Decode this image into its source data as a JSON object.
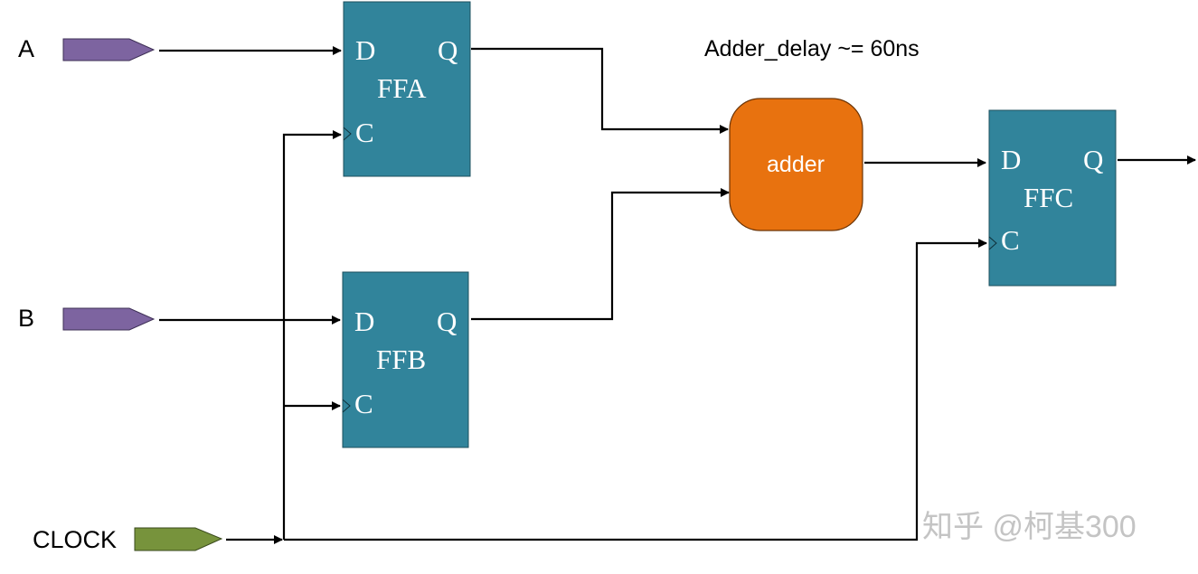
{
  "diagram": {
    "inputs": [
      {
        "id": "A",
        "label": "A",
        "color": "#7d64a0"
      },
      {
        "id": "B",
        "label": "B",
        "color": "#7d64a0"
      },
      {
        "id": "CLOCK",
        "label": "CLOCK",
        "color": "#77933c"
      }
    ],
    "flipflops": [
      {
        "id": "FFA",
        "name": "FFA",
        "d": "D",
        "q": "Q",
        "c": "C"
      },
      {
        "id": "FFB",
        "name": "FFB",
        "d": "D",
        "q": "Q",
        "c": "C"
      },
      {
        "id": "FFC",
        "name": "FFC",
        "d": "D",
        "q": "Q",
        "c": "C"
      }
    ],
    "adder": {
      "label": "adder",
      "color": "#e8720f"
    },
    "annotation": "Adder_delay ~= 60ns",
    "ff_color": "#31849b",
    "connections": [
      {
        "from": "A",
        "to": "FFA.D"
      },
      {
        "from": "B",
        "to": "FFB.D"
      },
      {
        "from": "CLOCK",
        "to": "FFA.C"
      },
      {
        "from": "CLOCK",
        "to": "FFB.C"
      },
      {
        "from": "CLOCK",
        "to": "FFC.C"
      },
      {
        "from": "FFA.Q",
        "to": "adder.in1"
      },
      {
        "from": "FFB.Q",
        "to": "adder.in2"
      },
      {
        "from": "adder.out",
        "to": "FFC.D"
      },
      {
        "from": "FFC.Q",
        "to": "output"
      }
    ]
  },
  "watermark": "知乎 @柯基300"
}
